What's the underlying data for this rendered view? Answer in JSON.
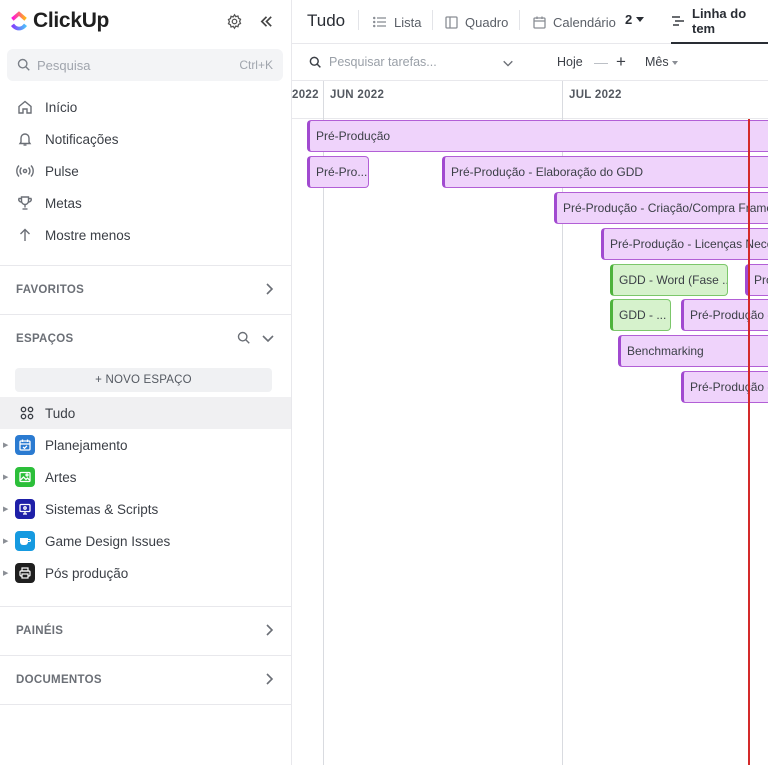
{
  "app": {
    "name": "ClickUp"
  },
  "sidebar": {
    "search": {
      "placeholder": "Pesquisa",
      "shortcut": "Ctrl+K"
    },
    "nav": [
      {
        "label": "Início",
        "icon": "home-icon"
      },
      {
        "label": "Notificações",
        "icon": "bell-icon"
      },
      {
        "label": "Pulse",
        "icon": "pulse-icon"
      },
      {
        "label": "Metas",
        "icon": "trophy-icon"
      },
      {
        "label": "Mostre menos",
        "icon": "arrow-up-icon"
      }
    ],
    "favorites": "FAVORITOS",
    "spaces": "ESPAÇOS",
    "new_space": "+ NOVO ESPAÇO",
    "space_items": [
      {
        "label": "Tudo",
        "icon": "grid-icon",
        "active": true
      },
      {
        "label": "Planejamento",
        "icon": "calendar-icon",
        "color": "#2b7bd1"
      },
      {
        "label": "Artes",
        "icon": "image-icon",
        "color": "#2cbf3a"
      },
      {
        "label": "Sistemas & Scripts",
        "icon": "monitor-icon",
        "color": "#1e1fa8"
      },
      {
        "label": "Game Design Issues",
        "icon": "coffee-icon",
        "color": "#169ae0"
      },
      {
        "label": "Pós produção",
        "icon": "print-icon",
        "color": "#1f1f1f"
      }
    ],
    "panels": "PAINÉIS",
    "documents": "DOCUMENTOS"
  },
  "header": {
    "title": "Tudo",
    "tabs": [
      {
        "label": "Lista",
        "icon": "list-icon"
      },
      {
        "label": "Quadro",
        "icon": "board-icon"
      },
      {
        "label": "Calendário",
        "icon": "calendar-icon"
      },
      {
        "label": "Linha do tem",
        "icon": "timeline-icon",
        "active": true
      }
    ],
    "calendar_count": "2"
  },
  "toolbar": {
    "search_placeholder": "Pesquisar tarefas...",
    "today": "Hoje",
    "minus": "—",
    "plus": "+",
    "scale": "Mês"
  },
  "timeline": {
    "months": [
      "2022",
      "JUN 2022",
      "JUL 2022"
    ],
    "tasks": [
      {
        "label": "Pré-Produção",
        "color": "purple"
      },
      {
        "label": "Pré-Pro...",
        "color": "purple"
      },
      {
        "label": "Pré-Produção - Elaboração do GDD",
        "color": "purple"
      },
      {
        "label": "Pré-Produção - Criação/Compra Frame",
        "color": "purple"
      },
      {
        "label": "Pré-Produção - Licenças Necce",
        "color": "purple"
      },
      {
        "label": "GDD - Word (Fase ...",
        "color": "green"
      },
      {
        "label": "Pro",
        "color": "purple"
      },
      {
        "label": "GDD - ...",
        "color": "green"
      },
      {
        "label": "Pré-Produção -",
        "color": "purple"
      },
      {
        "label": "Benchmarking",
        "color": "purple"
      },
      {
        "label": "Pré-Produção -",
        "color": "purple"
      }
    ]
  }
}
